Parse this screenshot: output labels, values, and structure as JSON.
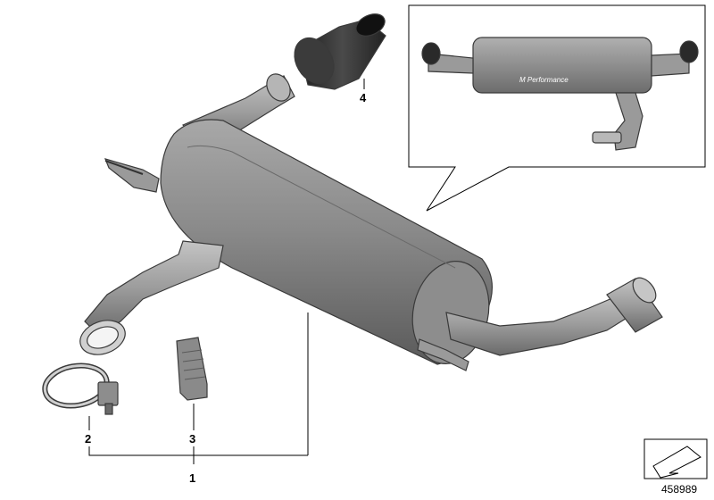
{
  "callouts": [
    {
      "id": "1",
      "label": "1"
    },
    {
      "id": "2",
      "label": "2"
    },
    {
      "id": "3",
      "label": "3"
    },
    {
      "id": "4",
      "label": "4"
    }
  ],
  "detail_view": {
    "badge_text": "M Performance"
  },
  "diagram_number": "458989",
  "colors": {
    "muffler_body": "#8c8c8c",
    "muffler_dark": "#5e5e5e",
    "pipe": "#9a9a9a",
    "tailpipe_tip_black": "#2a2a2a",
    "outline": "#3a3a3a"
  }
}
